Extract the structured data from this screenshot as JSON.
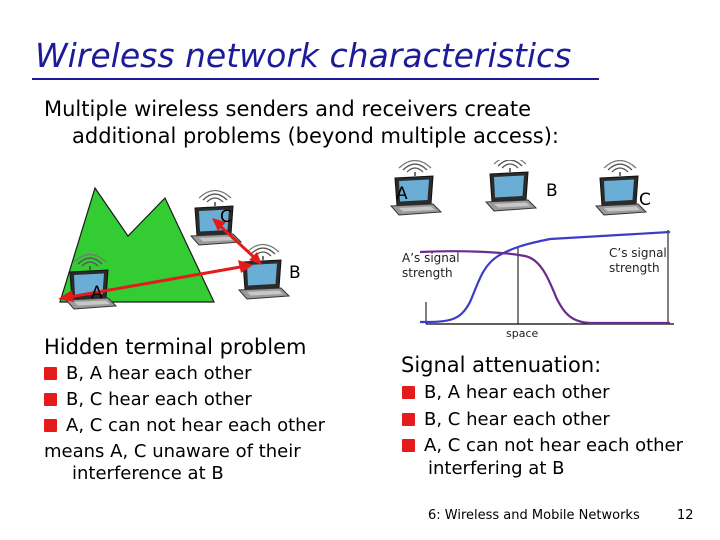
{
  "title": "Wireless network characteristics",
  "intro": {
    "line1": "Multiple wireless senders and receivers create",
    "line2": "additional problems (beyond multiple access):"
  },
  "left": {
    "labels": {
      "a": "A",
      "b": "B",
      "c": "C"
    },
    "heading": "Hidden terminal problem",
    "bullets": [
      "B, A hear each other",
      "B, C hear each other",
      "A, C can not hear each other"
    ],
    "note_line1": "means A, C unaware of their",
    "note_line2": "interference at B"
  },
  "right": {
    "labels": {
      "a": "A",
      "b": "B",
      "c": "C"
    },
    "a_signal_line1": "A’s signal",
    "a_signal_line2": "strength",
    "c_signal_line1": "C’s signal",
    "c_signal_line2": "strength",
    "axis_label": "space",
    "heading": "Signal attenuation:",
    "bullets": [
      "B, A hear each other",
      "B, C hear each other",
      "A, C can not hear each other"
    ],
    "note": "interfering at B"
  },
  "footer": {
    "course": "6: Wireless and Mobile Networks",
    "page": "12"
  },
  "colors": {
    "title": "#1c1c99",
    "bullet": "#e41b1b",
    "mountain": "#33cc33",
    "arrow": "#e41b1b",
    "curve_a": "#3c3cc8",
    "curve_c": "#6a2c8f"
  },
  "icons": [
    "laptop-icon",
    "wireless-signal-icon",
    "mountain-obstacle"
  ]
}
